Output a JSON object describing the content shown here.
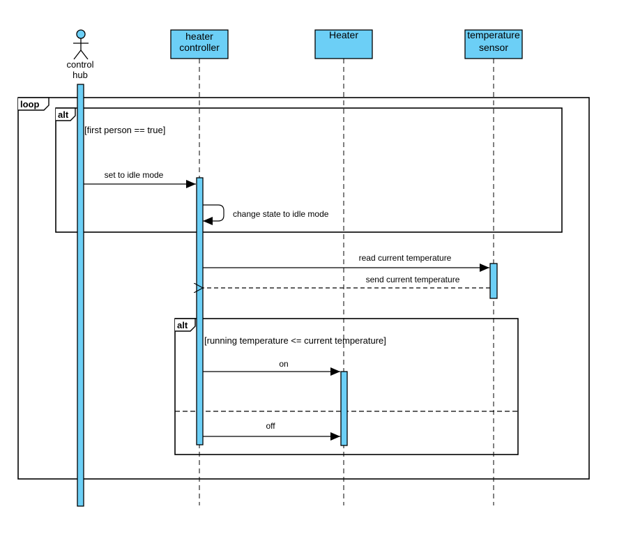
{
  "participants": [
    {
      "id": "hub",
      "kind": "actor",
      "lines": [
        "control",
        "hub"
      ]
    },
    {
      "id": "ctrl",
      "kind": "box",
      "lines": [
        "heater",
        "controller"
      ]
    },
    {
      "id": "heater",
      "kind": "box",
      "lines": [
        "Heater"
      ]
    },
    {
      "id": "sensor",
      "kind": "box",
      "lines": [
        "temperature",
        "sensor"
      ]
    }
  ],
  "fragments": {
    "loop": {
      "operator": "loop"
    },
    "alt1": {
      "operator": "alt",
      "guard": "[first person == true]"
    },
    "alt2": {
      "operator": "alt",
      "guard": "[running temperature <= current temperature]"
    }
  },
  "messages": [
    {
      "id": "m1",
      "from": "hub",
      "to": "ctrl",
      "type": "sync",
      "label": "set to idle mode"
    },
    {
      "id": "m2",
      "from": "ctrl",
      "to": "ctrl",
      "type": "self",
      "label": "change state to idle mode"
    },
    {
      "id": "m3",
      "from": "ctrl",
      "to": "sensor",
      "type": "sync",
      "label": "read current temperature"
    },
    {
      "id": "m4",
      "from": "sensor",
      "to": "ctrl",
      "type": "return",
      "label": "send current temperature"
    },
    {
      "id": "m5",
      "from": "ctrl",
      "to": "heater",
      "type": "sync",
      "label": "on"
    },
    {
      "id": "m6",
      "from": "ctrl",
      "to": "heater",
      "type": "sync",
      "label": "off"
    }
  ],
  "colors": {
    "participant_fill": "#6ccff6",
    "line": "#000000"
  }
}
